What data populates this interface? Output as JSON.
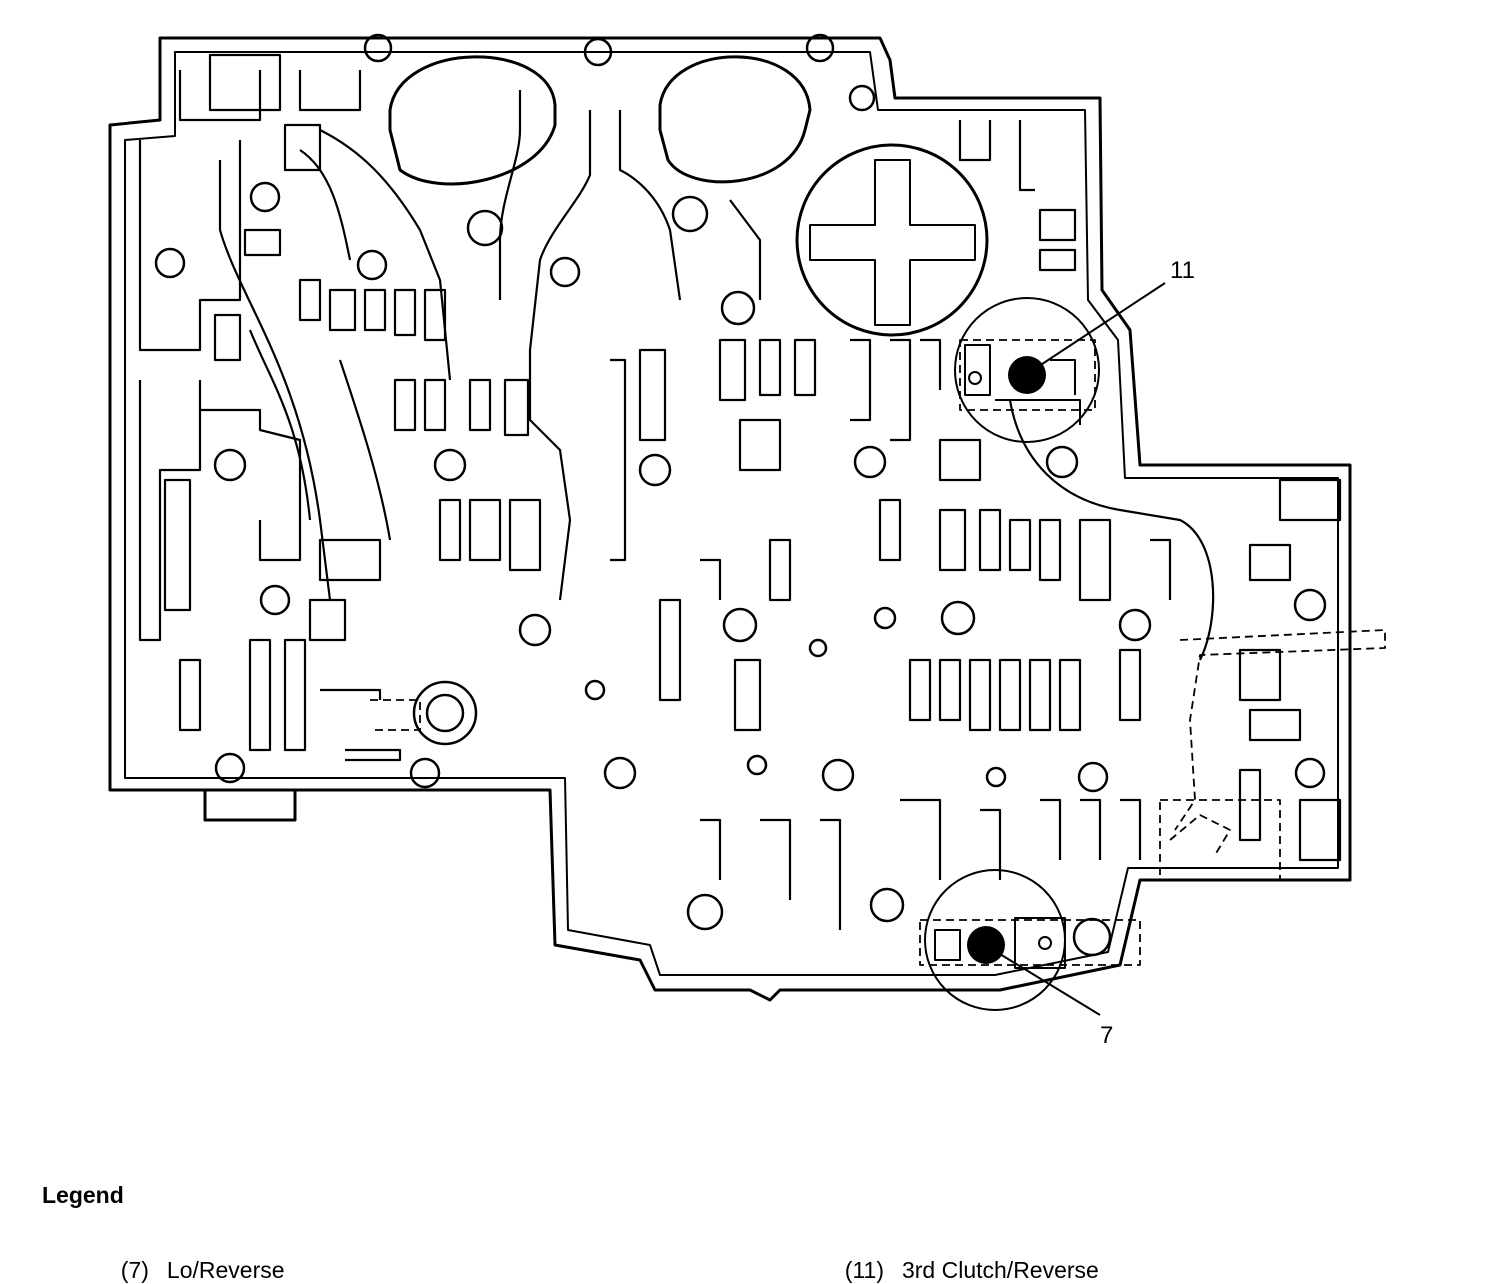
{
  "diagram": {
    "callouts": [
      {
        "id": "11",
        "label": "11"
      },
      {
        "id": "7",
        "label": "7"
      }
    ]
  },
  "legend": {
    "title": "Legend",
    "items": [
      {
        "number": "(7)",
        "label": "Lo/Reverse"
      },
      {
        "number": "(11)",
        "label": "3rd Clutch/Reverse"
      }
    ]
  }
}
